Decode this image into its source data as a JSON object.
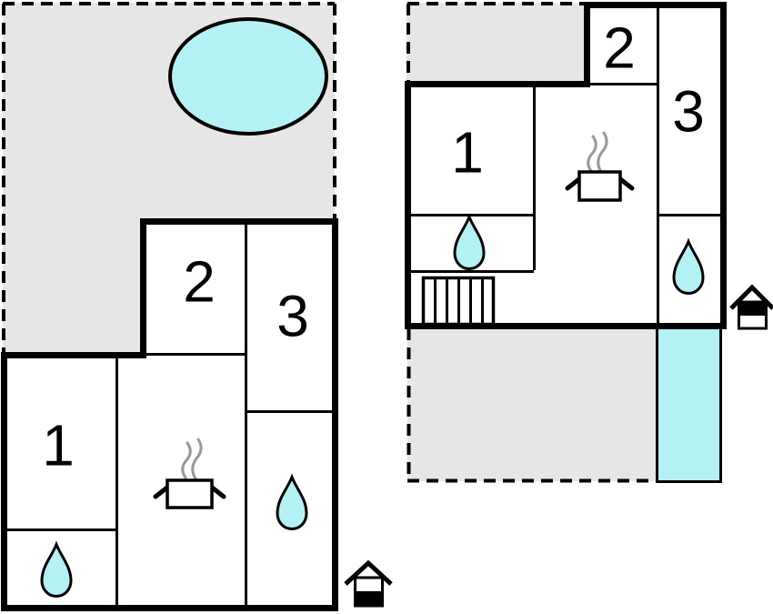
{
  "colors": {
    "wall": "#000000",
    "gray": "#E6E6E6",
    "water": "#B4F1F4",
    "steam": "#999999"
  },
  "plans": [
    {
      "id": "plan-left",
      "rooms": [
        {
          "label": "1"
        },
        {
          "label": "2"
        },
        {
          "label": "3"
        }
      ],
      "icons": [
        "pool-icon",
        "cooking-pot-icon",
        "steam-icon",
        "water-drop-icon",
        "water-drop-icon",
        "entrance-icon"
      ]
    },
    {
      "id": "plan-right",
      "rooms": [
        {
          "label": "1"
        },
        {
          "label": "2"
        },
        {
          "label": "3"
        }
      ],
      "icons": [
        "cooking-pot-icon",
        "steam-icon",
        "water-drop-icon",
        "water-drop-icon",
        "stairs-icon",
        "pool-icon",
        "entrance-icon"
      ]
    }
  ]
}
